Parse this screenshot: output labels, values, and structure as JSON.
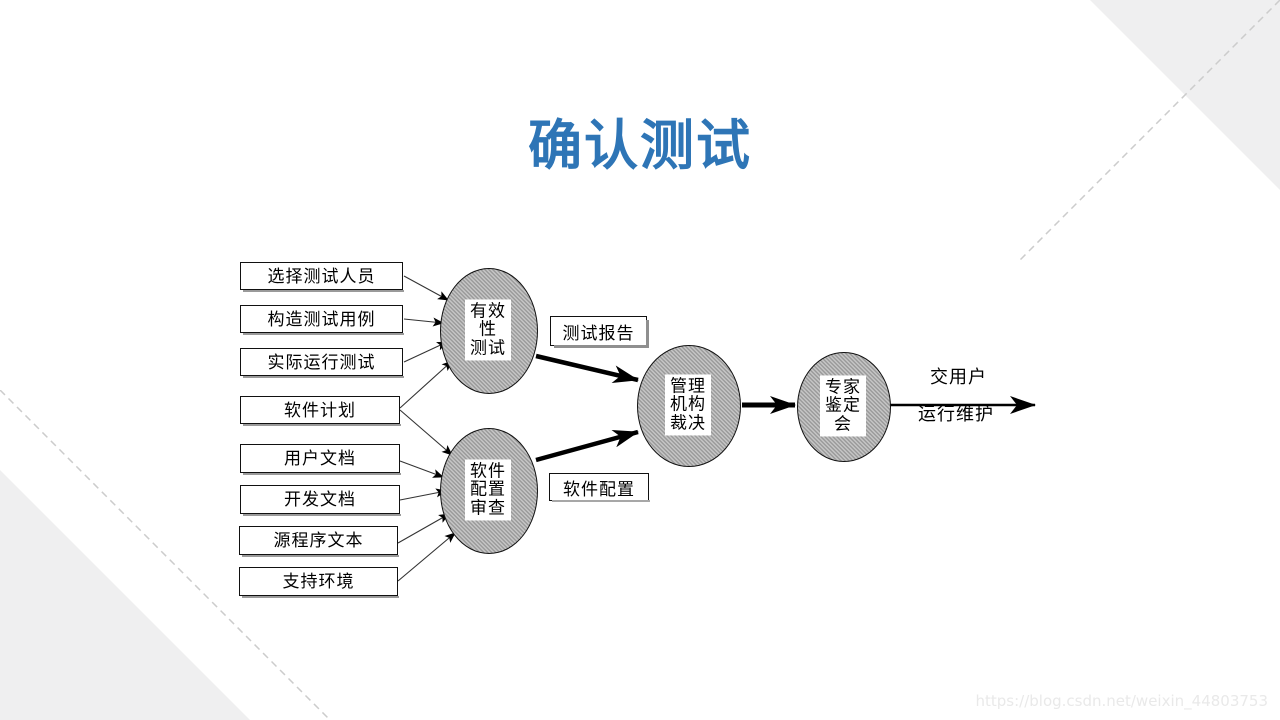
{
  "slide": {
    "title": "确认测试",
    "title_color": "#2E75B6",
    "background": "#ffffff",
    "watermark": "https://blog.csdn.net/weixin_44803753"
  },
  "diagram": {
    "type": "flowchart",
    "input_boxes": [
      {
        "label": "选择测试人员"
      },
      {
        "label": "构造测试用例"
      },
      {
        "label": "实际运行测试"
      },
      {
        "label": "软件计划"
      },
      {
        "label": "用户文档"
      },
      {
        "label": "开发文档"
      },
      {
        "label": "源程序文本"
      },
      {
        "label": "支持环境"
      }
    ],
    "nodes": [
      {
        "id": "validity-test",
        "label": "有效\n性\n测试"
      },
      {
        "id": "software-config-review",
        "label": "软件\n配置\n审查"
      },
      {
        "id": "management-decision",
        "label": "管理\n机构\n裁决"
      },
      {
        "id": "expert-appraisal",
        "label": "专家\n鉴定\n会"
      }
    ],
    "flow_labels": [
      {
        "id": "test-report",
        "label": "测试报告"
      },
      {
        "id": "software-config",
        "label": "软件配置"
      }
    ],
    "outputs": [
      {
        "label": "交用户"
      },
      {
        "label": "运行维护"
      }
    ]
  }
}
